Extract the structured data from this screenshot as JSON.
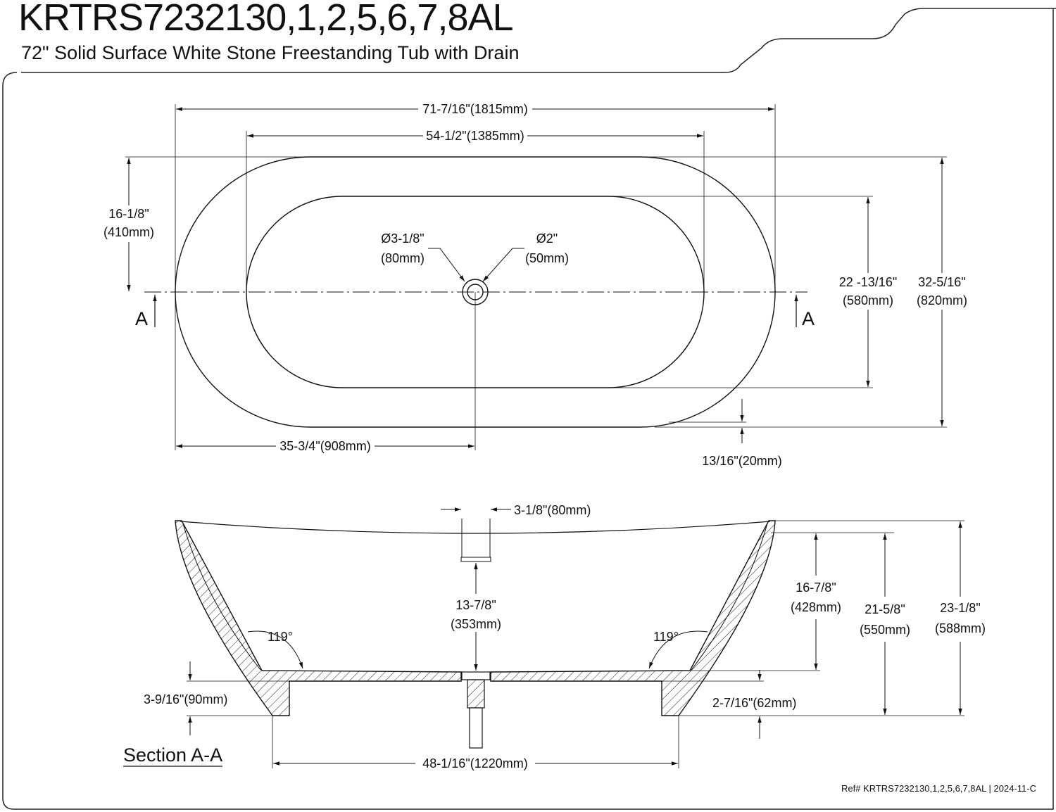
{
  "header": {
    "model": "KRTRS7232130,1,2,5,6,7,8AL",
    "description": "72\" Solid Surface White Stone Freestanding Tub with Drain"
  },
  "top_view": {
    "overall_length": "71-7/16\"(1815mm)",
    "inner_length": "54-1/2\"(1385mm)",
    "half_width_in": "16-1/8\"",
    "half_width_mm": "(410mm)",
    "drain_outer_in": "Ø3-1/8\"",
    "drain_outer_mm": "(80mm)",
    "drain_inner_in": "Ø2\"",
    "drain_inner_mm": "(50mm)",
    "inner_width_in": "22 -13/16\"",
    "inner_width_mm": "(580mm)",
    "overall_width_in": "32-5/16\"",
    "overall_width_mm": "(820mm)",
    "drain_offset": "35-3/4\"(908mm)",
    "rim_thickness": "13/16\"(20mm)",
    "section_mark": "A"
  },
  "section_view": {
    "drain_body": "3-1/8\"(80mm)",
    "depth_in": "16-7/8\"",
    "depth_mm": "(428mm)",
    "drain_height_in": "13-7/8\"",
    "drain_height_mm": "(353mm)",
    "inner_height_in": "21-5/8\"",
    "inner_height_mm": "(550mm)",
    "overall_height_in": "23-1/8\"",
    "overall_height_mm": "(588mm)",
    "angle": "119°",
    "base_height": "3-9/16\"(90mm)",
    "floor_thickness": "2-7/16\"(62mm)",
    "base_width": "48-1/16\"(1220mm)",
    "label": "Section A-A"
  },
  "footer": {
    "ref": "Ref# KRTRS7232130,1,2,5,6,7,8AL | 2024-11-C"
  }
}
